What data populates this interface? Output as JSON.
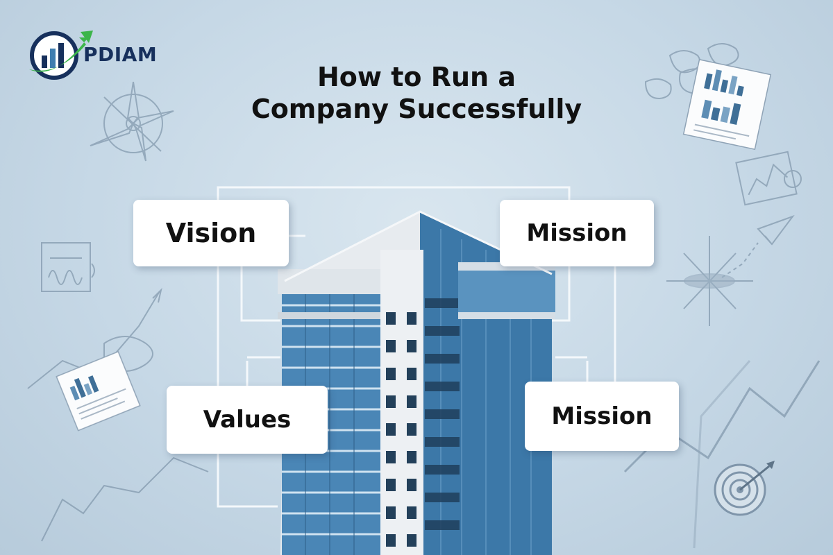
{
  "brand": {
    "name": "PDIAM",
    "colors": {
      "navy": "#17305c",
      "green": "#3cb54a",
      "sky": "#c6d8e6",
      "glass": "#3f7eb0"
    }
  },
  "title": {
    "line1": "How to Run a",
    "line2": "Company Successfully"
  },
  "cards": {
    "vision": "Vision",
    "mission_top": "Mission",
    "values": "Values",
    "mission_bottom": "Mission"
  },
  "icons": [
    "compass-icon",
    "chart-document-icon",
    "paper-airplane-icon",
    "target-icon",
    "building-illustration"
  ]
}
